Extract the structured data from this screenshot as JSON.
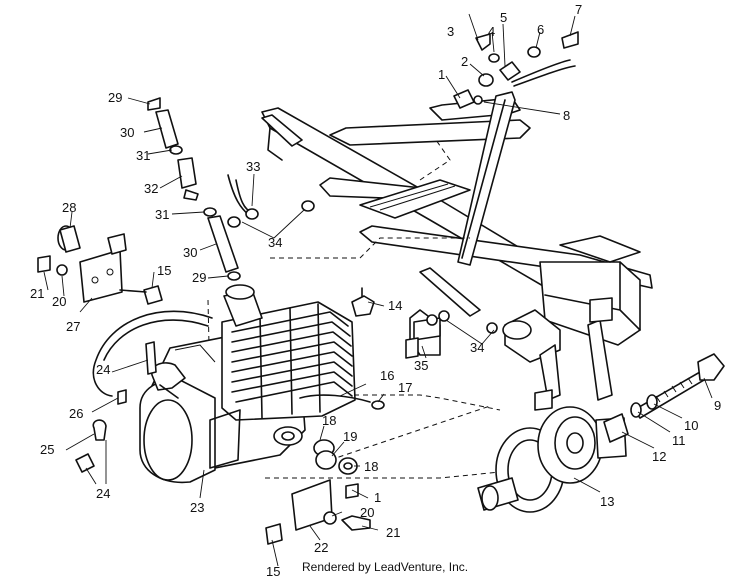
{
  "diagram": {
    "callouts": [
      "1",
      "2",
      "3",
      "4",
      "5",
      "6",
      "7",
      "8",
      "9",
      "10",
      "11",
      "12",
      "13",
      "14",
      "15",
      "16",
      "17",
      "18",
      "19",
      "20",
      "21",
      "22",
      "23",
      "24",
      "25",
      "26",
      "27",
      "28",
      "29",
      "30",
      "31",
      "32",
      "33",
      "34",
      "35"
    ]
  },
  "footer": {
    "text": "Rendered by LeadVenture, Inc."
  }
}
